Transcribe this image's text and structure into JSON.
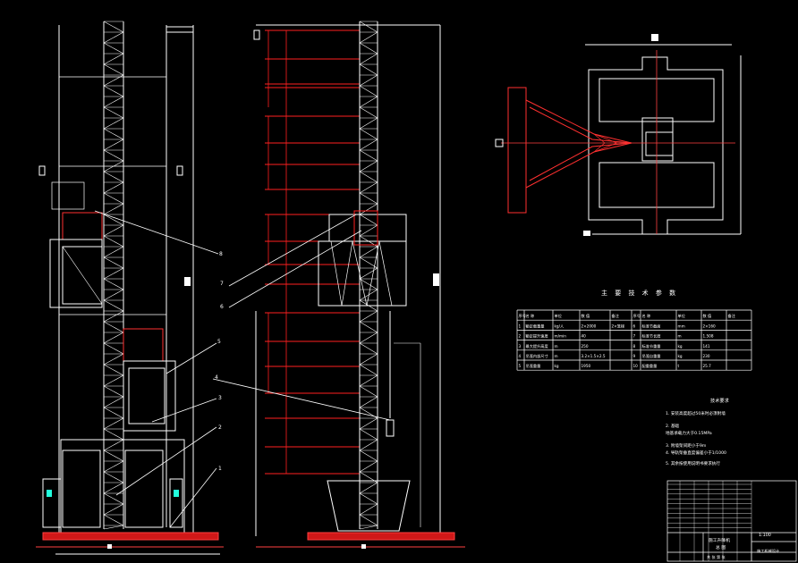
{
  "colors": {
    "background": "#000000",
    "outline": "#ffffff",
    "mast": "#ffffff",
    "structure": "#ff2020",
    "dimension": "#ff4040"
  },
  "callouts": [
    "1",
    "2",
    "3",
    "4",
    "5",
    "6",
    "7",
    "8"
  ],
  "specs": {
    "title": "主 要 技 术 参 数",
    "headers": [
      "序号",
      "名 称",
      "单位",
      "数 值",
      "备注",
      "序号",
      "名 称",
      "单位",
      "数 值",
      "备注"
    ],
    "rows": [
      [
        "1",
        "额定载重量",
        "kg/人",
        "2×2000",
        "2×笼梯",
        "6",
        "标准节截面",
        "mm",
        "2×160",
        ""
      ],
      [
        "2",
        "额定提升速度",
        "m/min",
        "40",
        "",
        "7",
        "标准节长度",
        "m",
        "1.508",
        ""
      ],
      [
        "3",
        "最大提升高度",
        "m",
        "250",
        "",
        "8",
        "标准节重量",
        "kg",
        "141",
        ""
      ],
      [
        "4",
        "吊笼内部尺寸",
        "m",
        "3.2×1.5×2.5",
        "",
        "9",
        "吊笼自重量",
        "kg",
        "230",
        ""
      ],
      [
        "5",
        "吊笼重量",
        "kg",
        "1950",
        "",
        "10",
        "配重重量",
        "t",
        "25.7",
        ""
      ]
    ]
  },
  "notes": {
    "title": "技术要求",
    "items": [
      "1. 安装高度超过50米时必须附墙",
      "2. 基础",
      "   地基承载力大于0.15MPa",
      "3. 附墙架间距小于9m",
      "4. 导轨架垂直度偏差小于1/1000",
      "5. 其余按使用说明书要求执行"
    ]
  },
  "titleblock": {
    "drawing_name": "施工升降机",
    "drawing_sub": "总 图",
    "scale": "1:100",
    "sheet": "共 张 第 张",
    "company": "施工机械设计"
  }
}
